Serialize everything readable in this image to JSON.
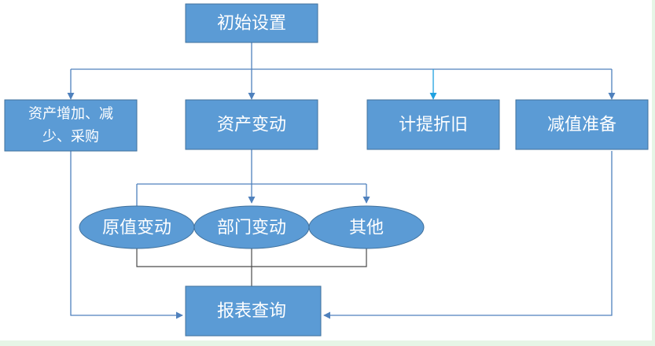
{
  "nodes": {
    "initial_setup": "初始设置",
    "asset_increase_line1": "资产增加、减",
    "asset_increase_line2": "少、采购",
    "asset_change": "资产变动",
    "depreciation": "计提折旧",
    "impairment": "减值准备",
    "original_value_change": "原值变动",
    "department_change": "部门变动",
    "other": "其他",
    "report_query": "报表查询"
  },
  "colors": {
    "node_fill": "#5b9bd5",
    "node_border": "#41719c",
    "node_text": "#ffffff",
    "edge_blue": "#4f81bd",
    "edge_cyan": "#1fa1e0",
    "edge_dark": "#4a4a4a",
    "background": "#ffffff",
    "edge_band": "#e6f5e6"
  }
}
